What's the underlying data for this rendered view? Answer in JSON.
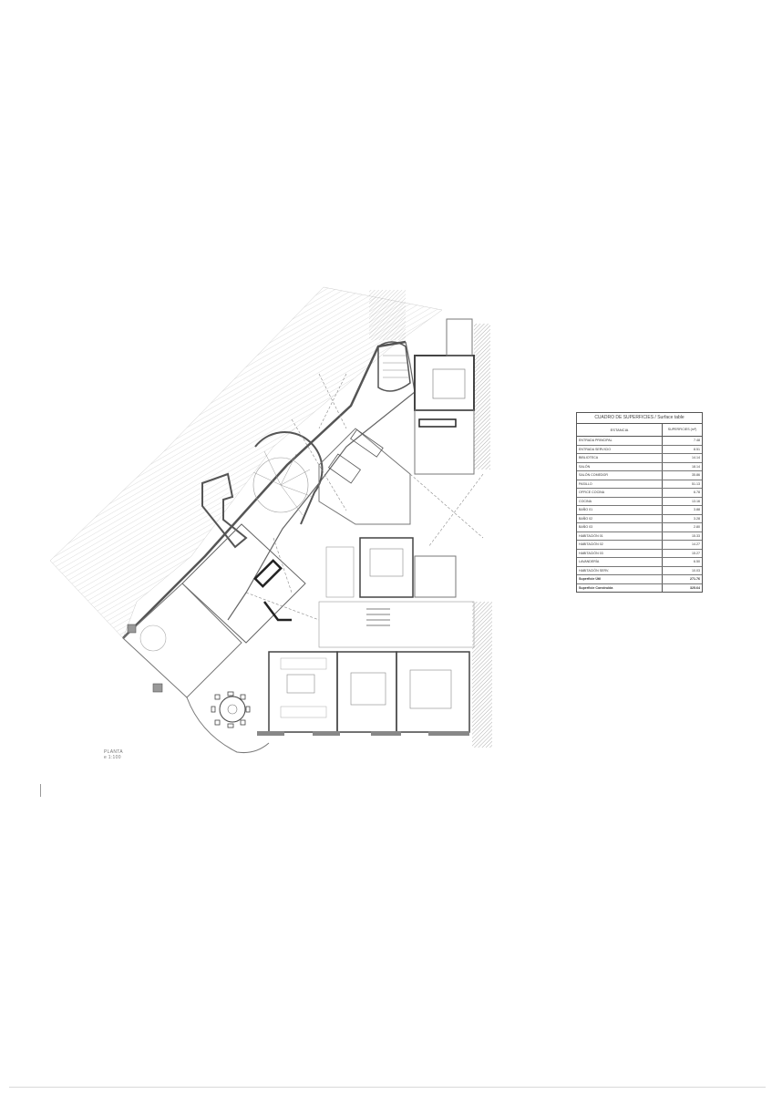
{
  "plan": {
    "label_line1": "PLANTA",
    "label_line2": "e 1:100"
  },
  "surface_table": {
    "title": "CUADRO DE SUPERFICIES / Surface table",
    "headers": {
      "room": "ESTANCIA",
      "area": "SUPERFICIES (m²)"
    },
    "rows": [
      {
        "room": "ENTRADA PRINCIPAL",
        "area": "7.48"
      },
      {
        "room": "ENTRADA SERVICIO",
        "area": "8.51"
      },
      {
        "room": "BIBLIOTECA",
        "area": "14.14"
      },
      {
        "room": "SALÓN",
        "area": "18.14"
      },
      {
        "room": "SALÓN COMEDOR",
        "area": "35.86"
      },
      {
        "room": "PASILLO",
        "area": "51.13"
      },
      {
        "room": "OFFICE COCINA",
        "area": "6.78"
      },
      {
        "room": "COCINA",
        "area": "13.16"
      },
      {
        "room": "BAÑO 01",
        "area": "3.88"
      },
      {
        "room": "BAÑO 02",
        "area": "3.28"
      },
      {
        "room": "BAÑO 03",
        "area": "2.80"
      },
      {
        "room": "HABITACIÓN 01",
        "area": "15.33"
      },
      {
        "room": "HABITACIÓN 02",
        "area": "14.27"
      },
      {
        "room": "HABITACIÓN 03",
        "area": "15.27"
      },
      {
        "room": "LAVANDERÍA",
        "area": "6.50"
      },
      {
        "room": "HABITACIÓN SERV.",
        "area": "10.03"
      }
    ],
    "totals": [
      {
        "room": "Superficie Útil",
        "area": "271.76"
      },
      {
        "room": "Superficie Construida",
        "area": "325.64"
      }
    ]
  }
}
